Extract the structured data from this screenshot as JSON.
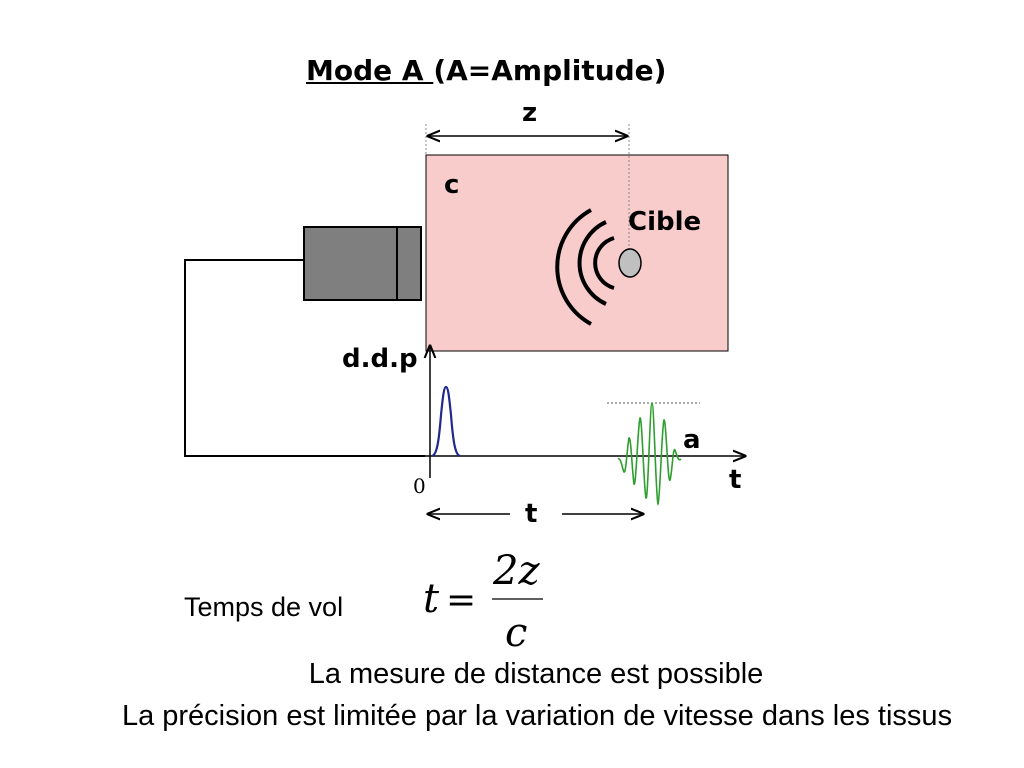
{
  "title": {
    "underlined": "Mode A ",
    "rest": "(A=Amplitude)"
  },
  "labels": {
    "z": "z",
    "c": "c",
    "cible": "Cible",
    "ddp": "d.d.p",
    "a": "a",
    "t_axis": "t",
    "t_span": "t",
    "zero": "0"
  },
  "formula": {
    "caption": "Temps de vol",
    "lhs": "t",
    "eq": "=",
    "numerator": "2z",
    "denominator": "c"
  },
  "statements": [
    "La mesure de distance est possible",
    "La précision est limitée par la variation de vitesse dans les tissus"
  ],
  "colors": {
    "medium": "#f9cccc",
    "transducer": "#7f7f7f",
    "target": "#c0c0c0",
    "emitted_pulse": "#1f2a8c",
    "echo": "#2e9e2e"
  }
}
